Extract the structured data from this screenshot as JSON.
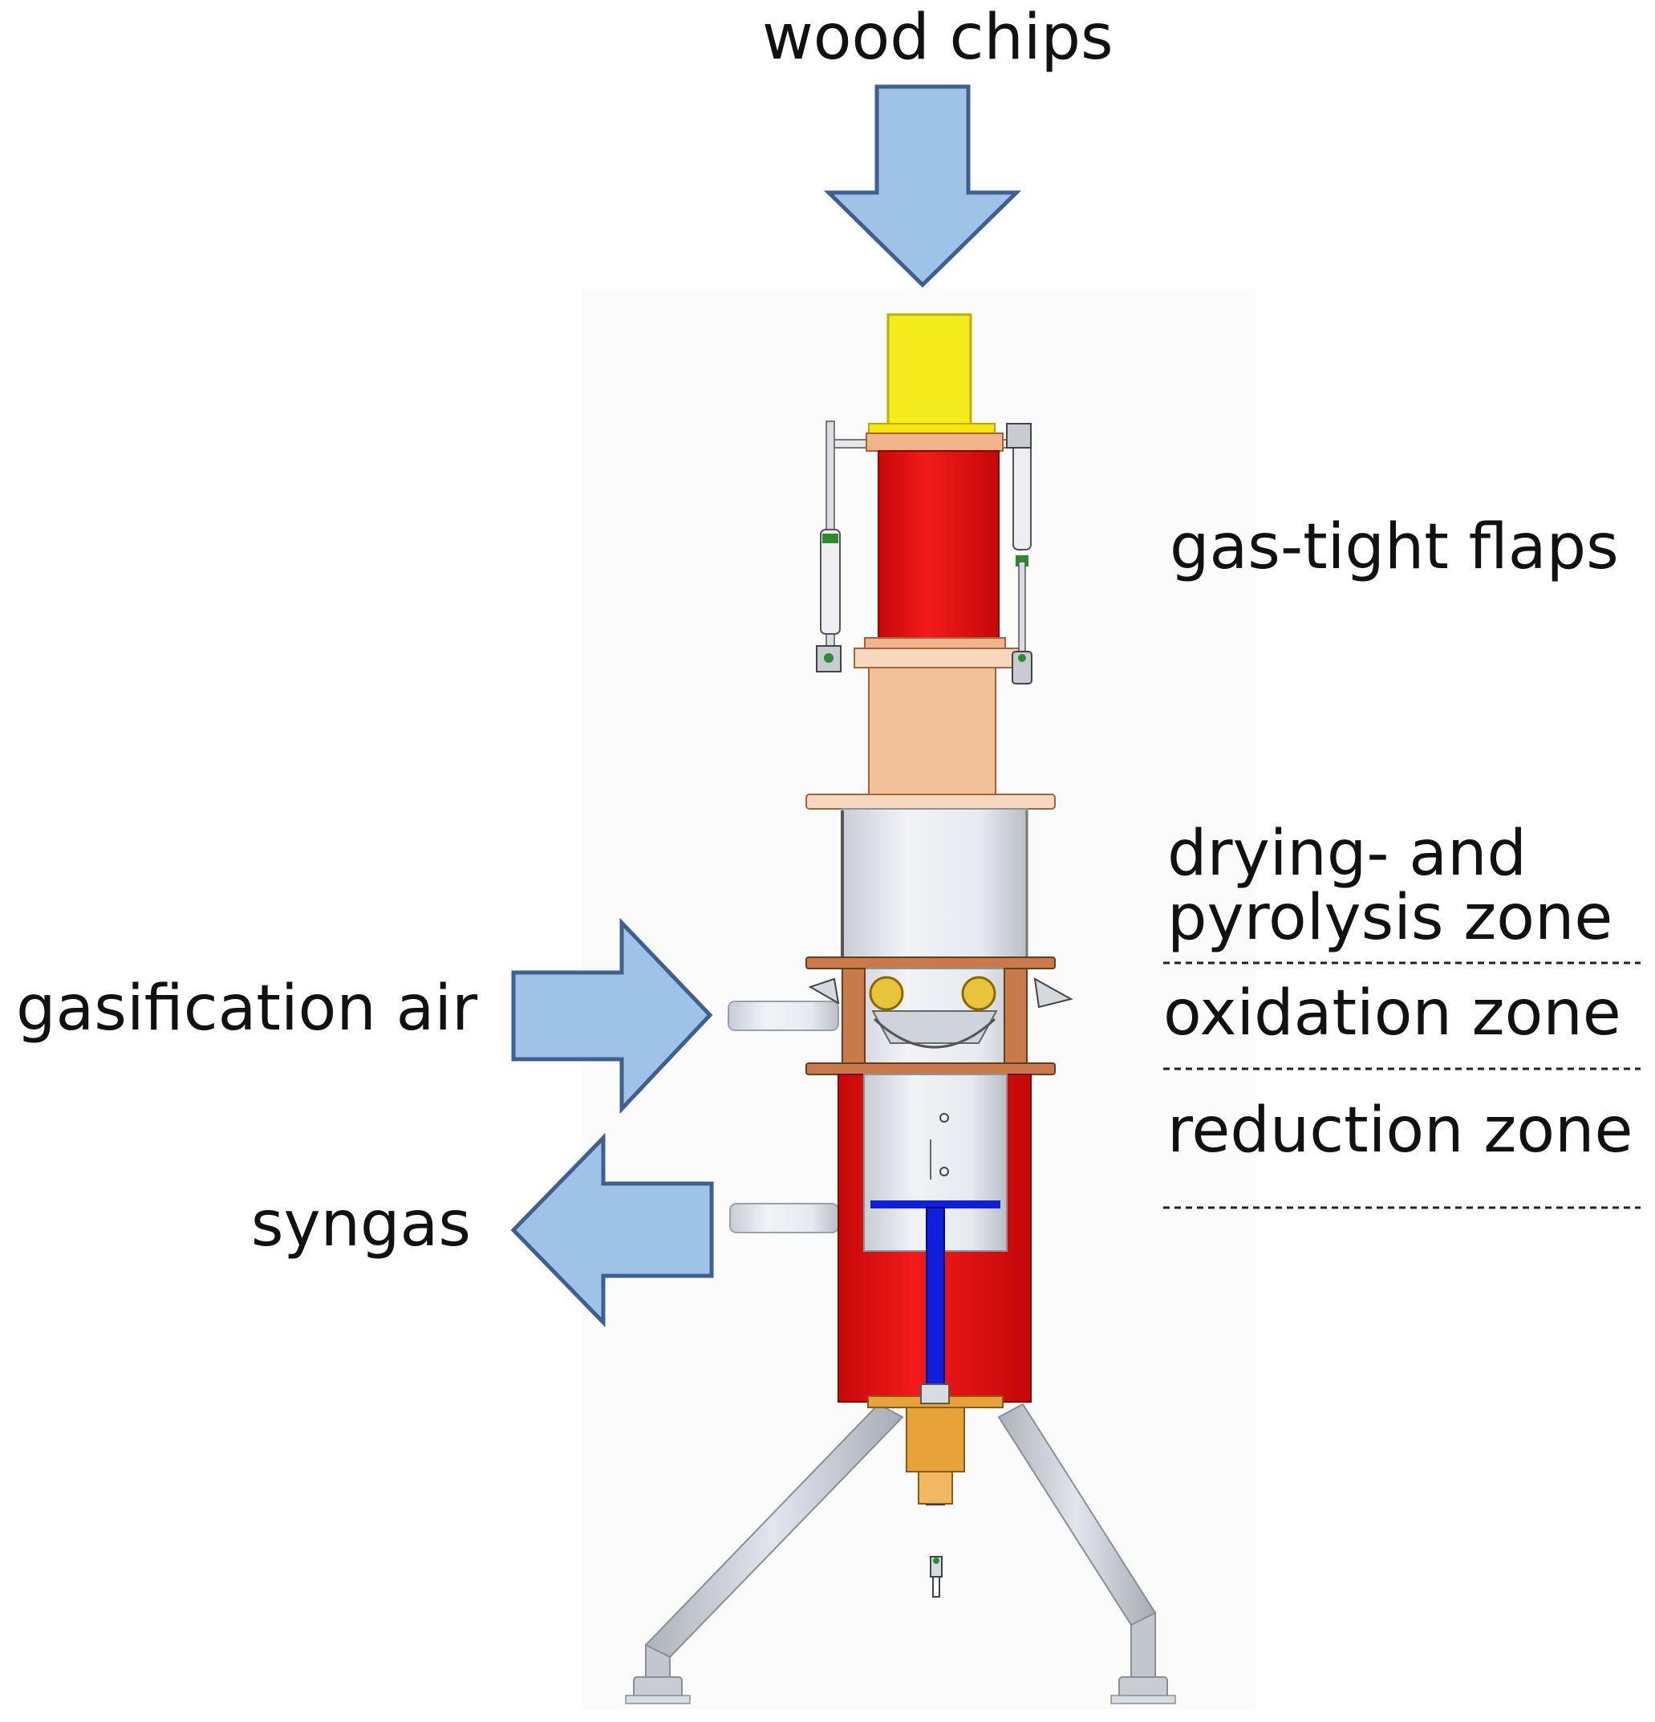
{
  "labels": {
    "wood_chips": "wood chips",
    "gas_tight_flaps": "gas-tight flaps",
    "drying_line1": "drying- and",
    "drying_line2": "pyrolysis zone",
    "oxidation": "oxidation zone",
    "reduction": "reduction zone",
    "gasification_air": "gasification air",
    "syngas": "syngas"
  },
  "colors": {
    "arrow_fill": "#9fc3e7",
    "arrow_stroke": "#3d5f92",
    "hopper_yellow": "#f4ec1c",
    "flap_red": "#f51010",
    "peach": "#f2c19a",
    "steel": "#e4e8ee",
    "reactor_red": "#e01010",
    "grate_blue": "#1020d8",
    "brass": "#e8a23a",
    "copper": "#c77a4a",
    "leg_gray": "#c9ccd2"
  }
}
